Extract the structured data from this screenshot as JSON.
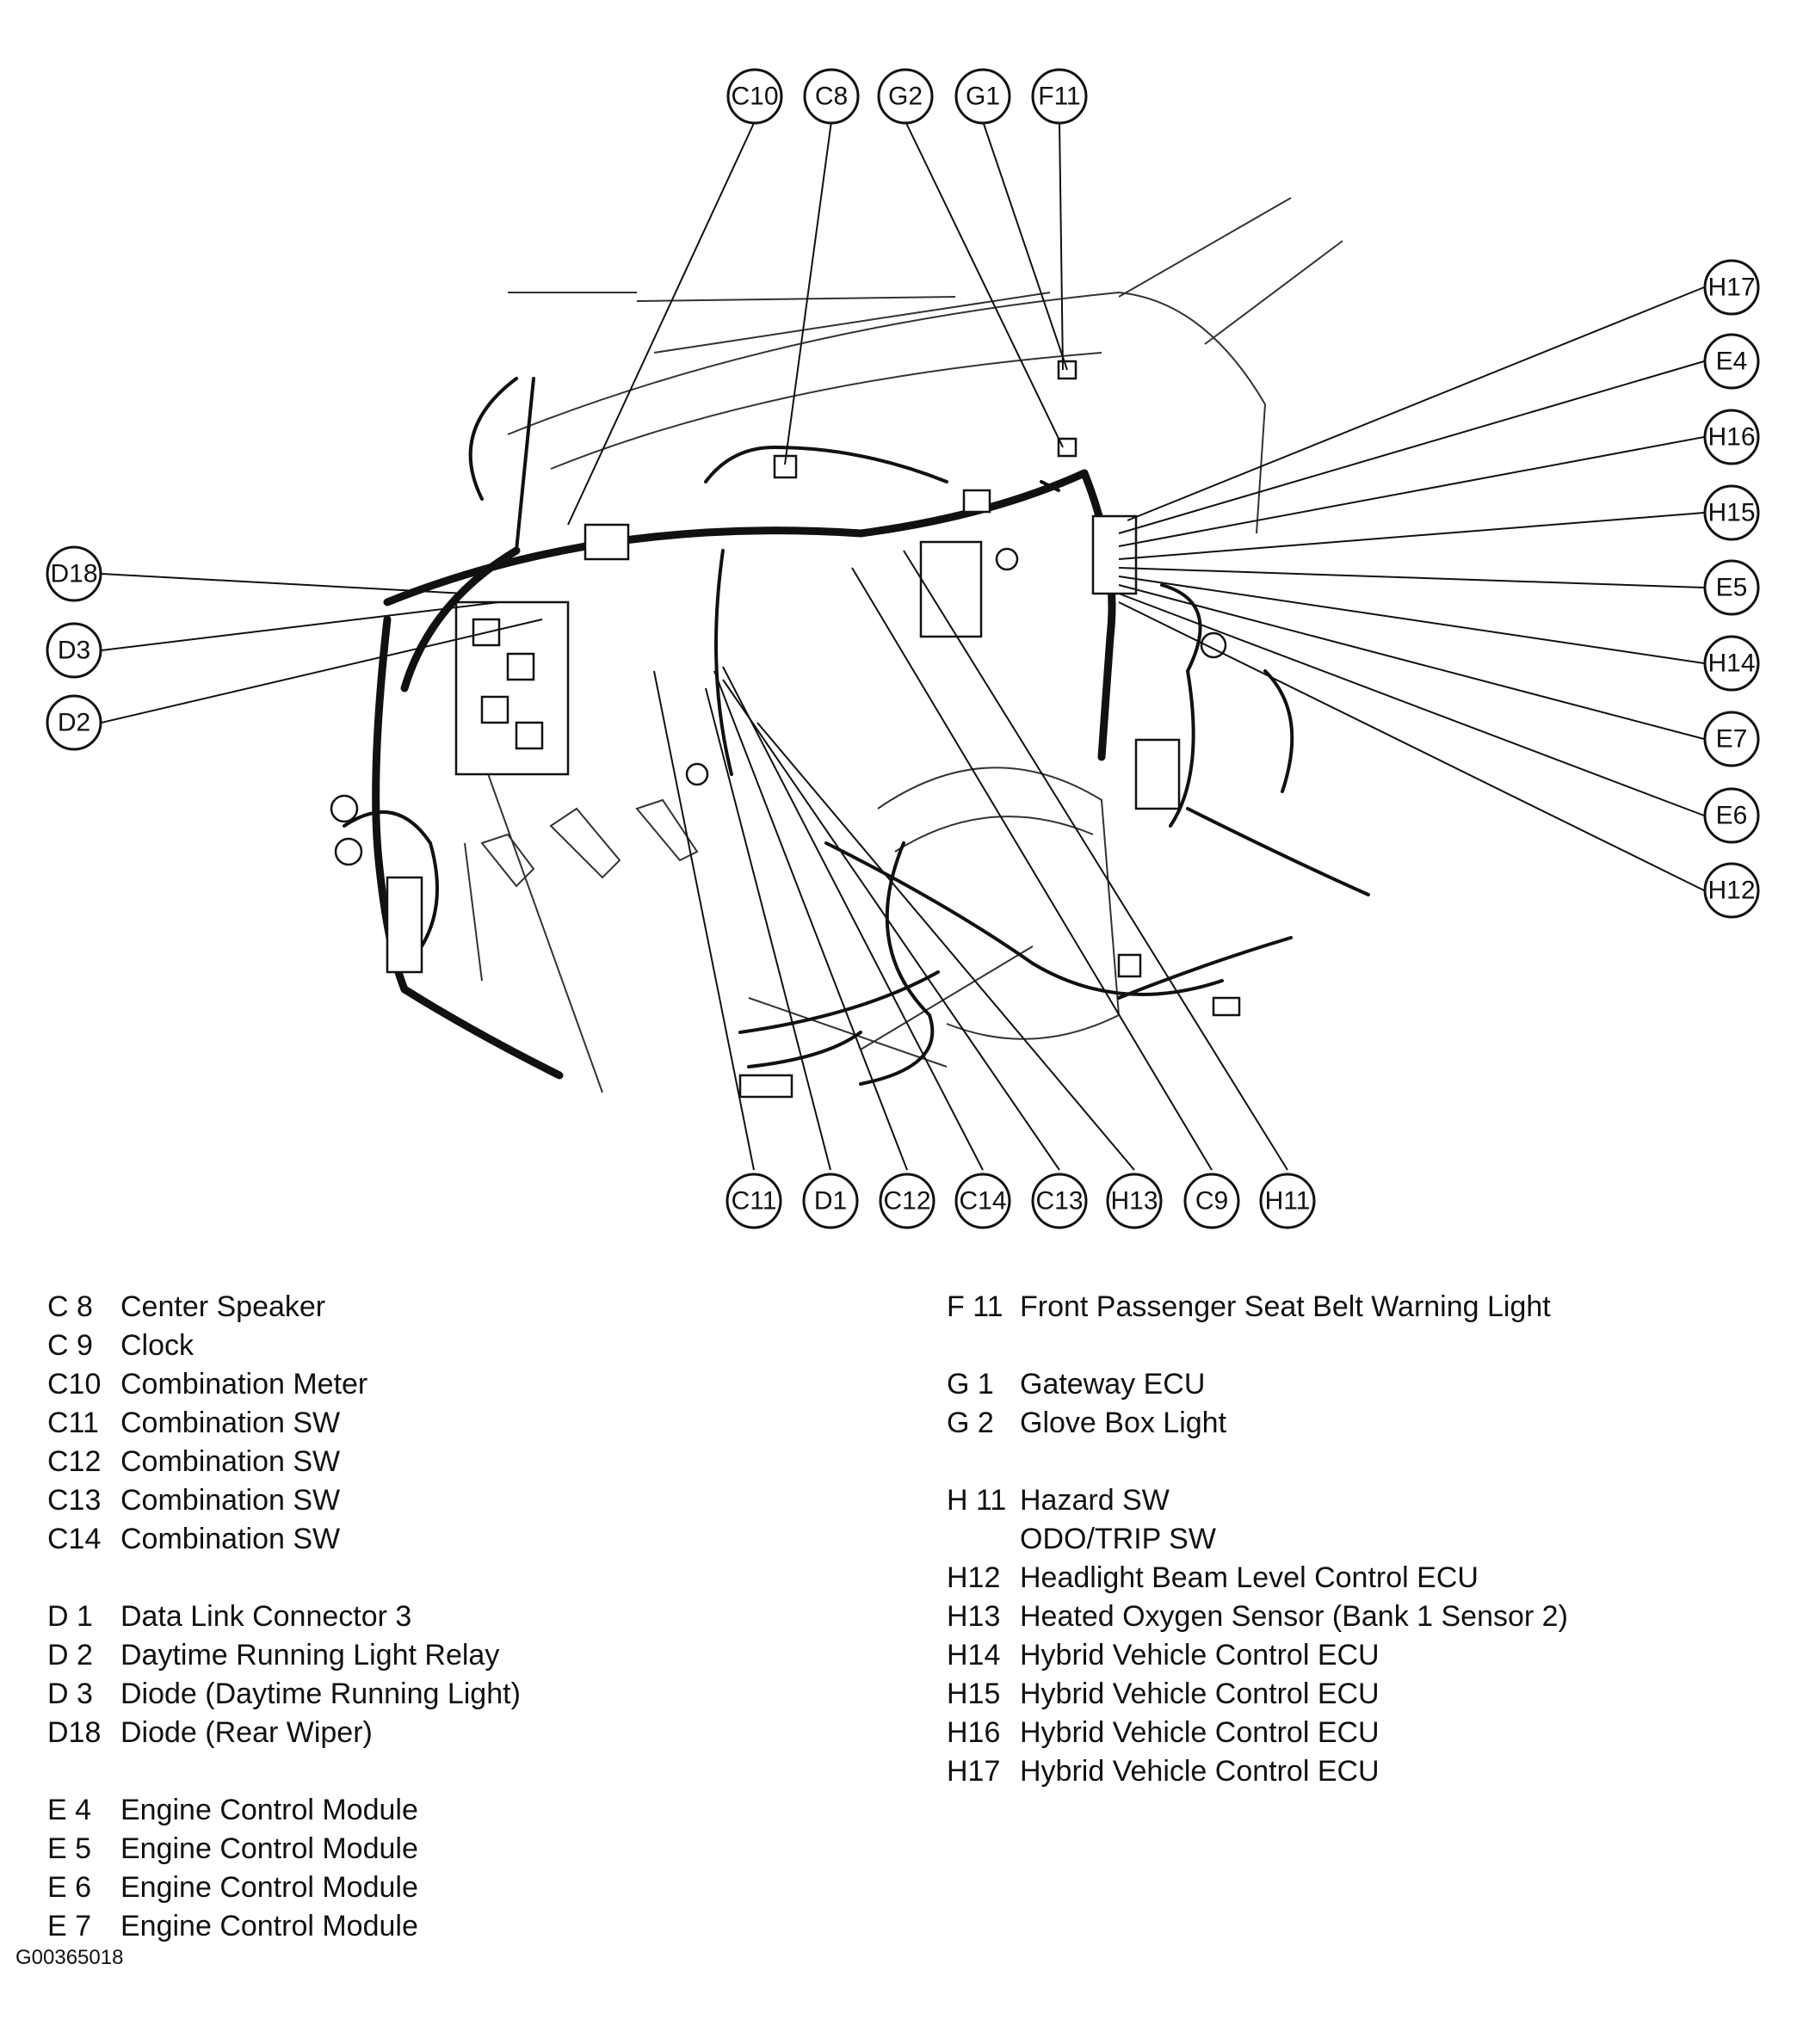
{
  "callouts": {
    "top": [
      "C10",
      "C8",
      "G2",
      "G1",
      "F11"
    ],
    "left": [
      "D18",
      "D3",
      "D2"
    ],
    "right": [
      "H17",
      "E4",
      "H16",
      "H15",
      "E5",
      "H14",
      "E7",
      "E6",
      "H12"
    ],
    "bottom": [
      "C11",
      "D1",
      "C12",
      "C14",
      "C13",
      "H13",
      "C9",
      "H11"
    ]
  },
  "legend_left": [
    {
      "code": "C 8",
      "desc": "Center Speaker"
    },
    {
      "code": "C 9",
      "desc": "Clock"
    },
    {
      "code": "C10",
      "desc": "Combination Meter"
    },
    {
      "code": "C11",
      "desc": "Combination SW"
    },
    {
      "code": "C12",
      "desc": "Combination SW"
    },
    {
      "code": "C13",
      "desc": "Combination SW"
    },
    {
      "code": "C14",
      "desc": "Combination SW"
    },
    {
      "gap": true
    },
    {
      "code": "D 1",
      "desc": "Data Link Connector 3"
    },
    {
      "code": "D 2",
      "desc": "Daytime Running Light Relay"
    },
    {
      "code": "D 3",
      "desc": "Diode (Daytime Running Light)"
    },
    {
      "code": "D18",
      "desc": "Diode (Rear Wiper)"
    },
    {
      "gap": true
    },
    {
      "code": "E 4",
      "desc": "Engine Control Module"
    },
    {
      "code": "E 5",
      "desc": "Engine Control Module"
    },
    {
      "code": "E 6",
      "desc": "Engine Control Module"
    },
    {
      "code": "E 7",
      "desc": "Engine Control Module"
    }
  ],
  "legend_right": [
    {
      "code": "F 11",
      "desc": "Front Passenger Seat Belt Warning Light"
    },
    {
      "gap": true
    },
    {
      "code": "G 1",
      "desc": "Gateway ECU"
    },
    {
      "code": "G 2",
      "desc": "Glove Box Light"
    },
    {
      "gap": true
    },
    {
      "code": "H 11",
      "desc": "Hazard SW"
    },
    {
      "code": "",
      "desc": "ODO/TRIP SW"
    },
    {
      "code": "H12",
      "desc": "Headlight Beam Level Control ECU"
    },
    {
      "code": "H13",
      "desc": "Heated Oxygen Sensor (Bank 1 Sensor 2)"
    },
    {
      "code": "H14",
      "desc": "Hybrid Vehicle Control ECU"
    },
    {
      "code": "H15",
      "desc": "Hybrid Vehicle Control ECU"
    },
    {
      "code": "H16",
      "desc": "Hybrid Vehicle Control ECU"
    },
    {
      "code": "H17",
      "desc": "Hybrid Vehicle Control ECU"
    }
  ],
  "figure_id": "G00365018"
}
